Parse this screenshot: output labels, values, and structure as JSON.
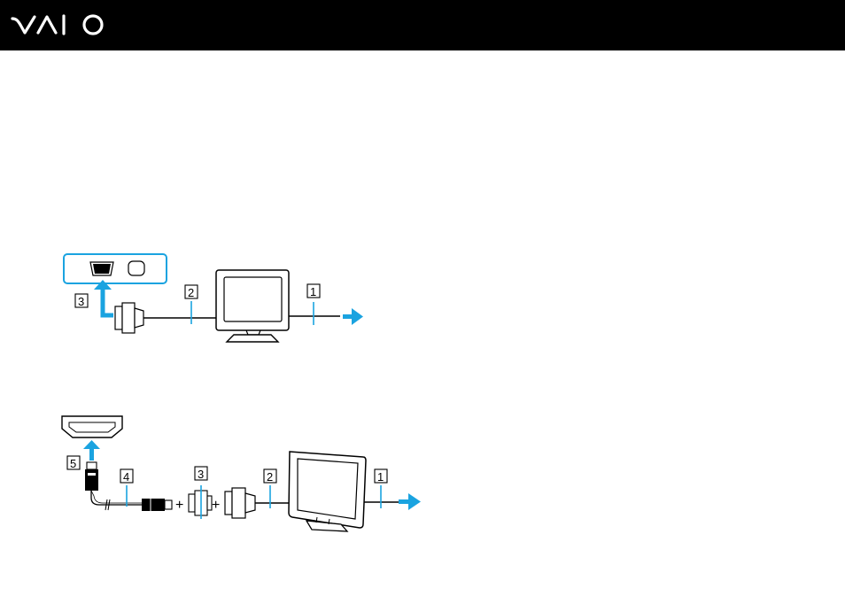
{
  "header": {
    "logo_text": "VAIO",
    "background": "#000000",
    "logo_color": "#ffffff"
  },
  "accent_color": "#1aa3e0",
  "diagrams": {
    "vga": {
      "callouts": [
        "1",
        "2",
        "3"
      ]
    },
    "hdmi": {
      "callouts": [
        "1",
        "2",
        "3",
        "4",
        "5"
      ]
    }
  }
}
